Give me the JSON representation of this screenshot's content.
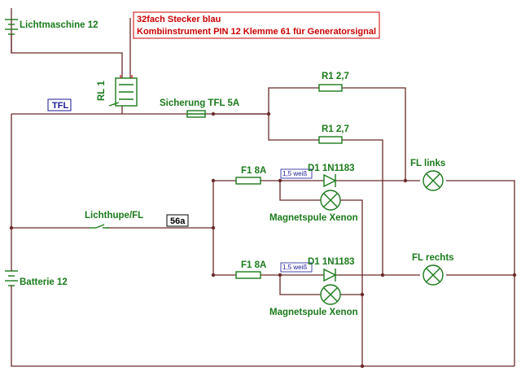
{
  "note": {
    "line1": "32fach Stecker blau",
    "line2": "Kombiinstrument PIN 12 Klemme 61 für Generatorsignal"
  },
  "labels": {
    "generator": "Lichtmaschine 12",
    "relay": "RL 1",
    "tfl_tag": "TFL",
    "fuse_main": "Sicherung TFL 5A",
    "r1_top": "R1 2,7",
    "r1_mid": "R1 2,7",
    "fl_links": "FL links",
    "fl_rechts": "FL rechts",
    "f1_top": "F1 8A",
    "f1_bottom": "F1 8A",
    "wire_tag_top": "1,5 weiß",
    "wire_tag_bottom": "1,5 weiß",
    "diode_top": "D1 1N1183",
    "diode_bottom": "D1 1N1183",
    "coil_top": "Magnetspule Xenon",
    "coil_bottom": "Magnetspule Xenon",
    "switch": "Lichthupe/FL",
    "tag_56a": "56a",
    "battery": "Batterie 12"
  },
  "colors": {
    "wire": "#6b2a2a",
    "component": "#1a7a1a",
    "tag_text": "#1a1a9a",
    "note_text": "#cc0000"
  }
}
